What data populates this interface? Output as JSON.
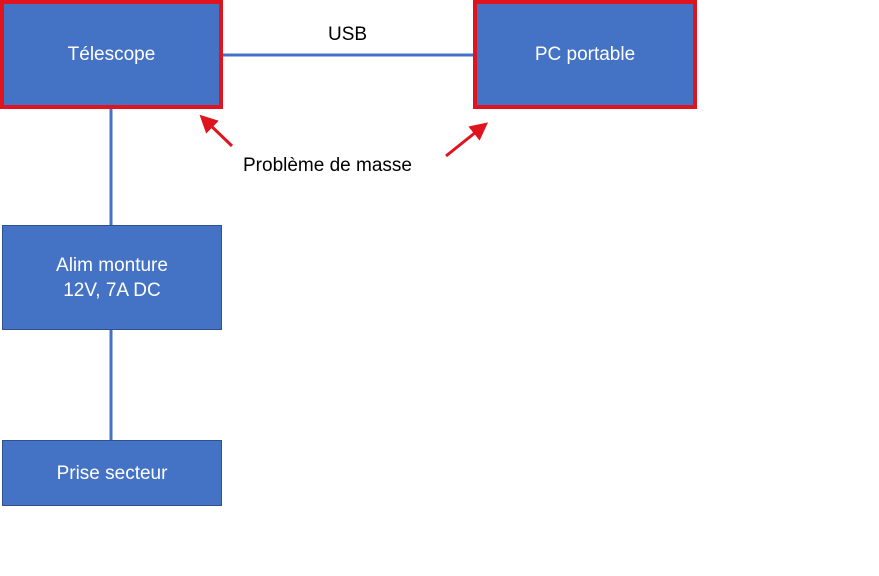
{
  "nodes": {
    "telescope": "Télescope",
    "pc": "PC portable",
    "alim_line1": "Alim monture",
    "alim_line2": "12V, 7A DC",
    "prise": "Prise secteur"
  },
  "labels": {
    "usb": "USB",
    "ground_problem": "Problème de masse"
  },
  "colors": {
    "box": "#4472C4",
    "highlight": "#E0141E",
    "connector": "#4472C4"
  }
}
